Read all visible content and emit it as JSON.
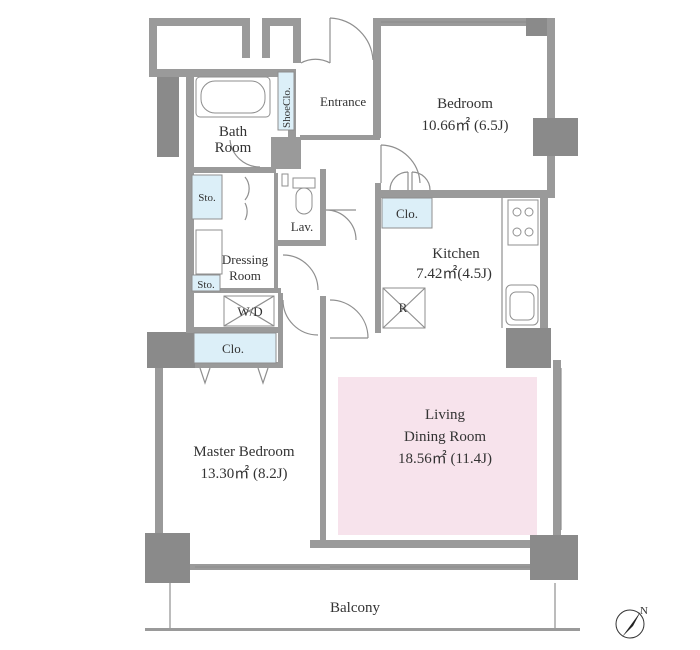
{
  "colors": {
    "wall": "#9a9a9a",
    "living_highlight": "#f7e3ec",
    "storage_fill": "#dceff8",
    "text": "#333333"
  },
  "rooms": {
    "entrance": "Entrance",
    "shoe_closet": "ShoeClo.",
    "bedroom": {
      "name": "Bedroom",
      "area": "10.66㎡ (6.5J)"
    },
    "bath": {
      "line1": "Bath",
      "line2": "Room"
    },
    "storage_top": "Sto.",
    "storage_bottom": "Sto.",
    "lavatory": "Lav.",
    "closet_bedroom": "Clo.",
    "kitchen": {
      "name": "Kitchen",
      "area": "7.42㎡(4.5J)"
    },
    "refrigerator": "R",
    "dressing": {
      "line1": "Dressing",
      "line2": "Room"
    },
    "washer_dryer": "W/D",
    "closet_master": "Clo.",
    "master_bedroom": {
      "name": "Master Bedroom",
      "area": "13.30㎡ (8.2J)"
    },
    "living": {
      "line1": "Living",
      "line2": "Dining Room",
      "area": "18.56㎡ (11.4J)"
    },
    "balcony": "Balcony"
  },
  "compass": {
    "label": "N",
    "icon": "north-arrow-icon"
  }
}
